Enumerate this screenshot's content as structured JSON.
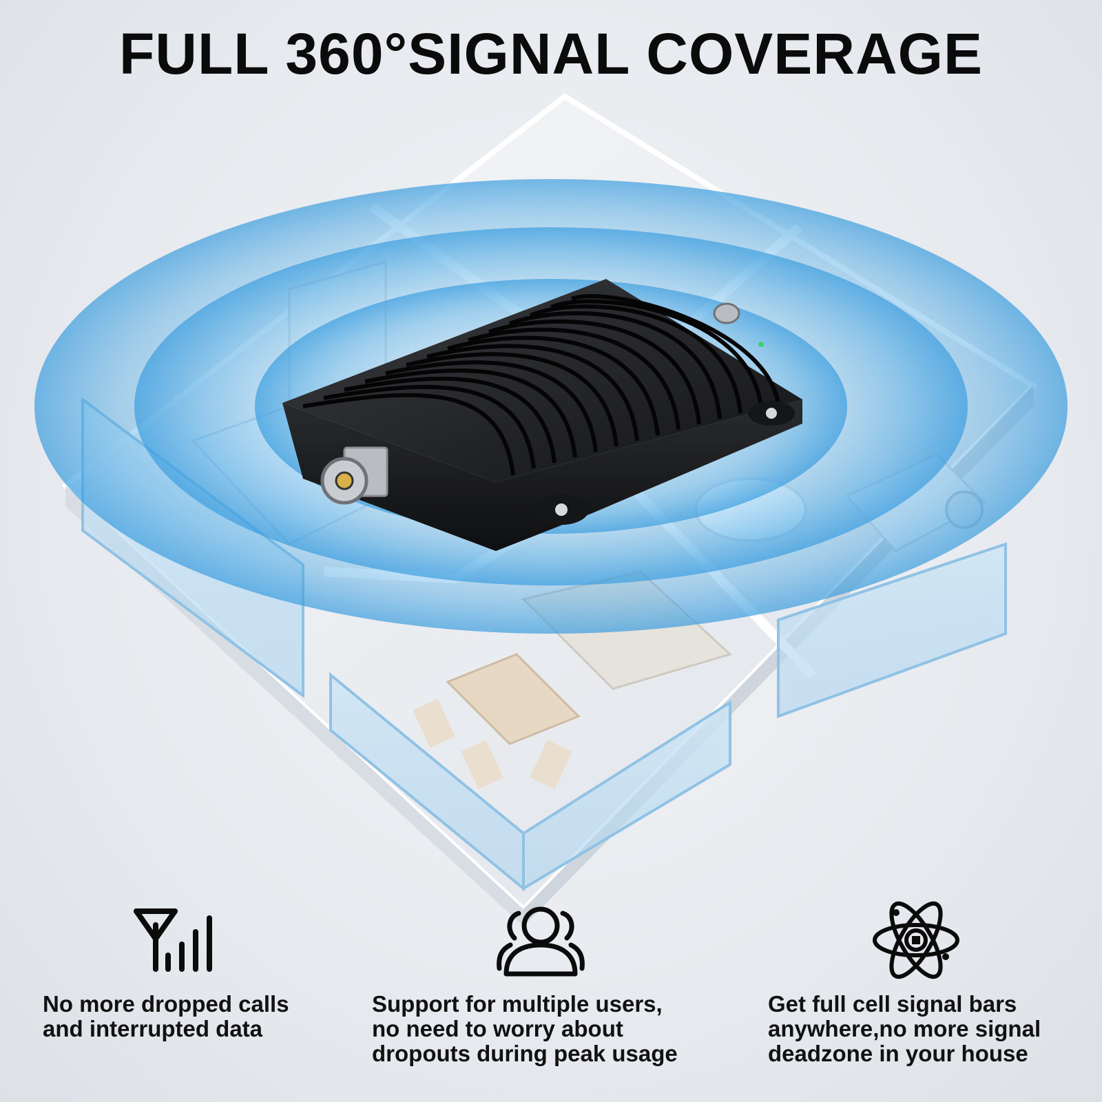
{
  "headline": "FULL 360°SIGNAL COVERAGE",
  "colors": {
    "signal_wave": "#5fb3e6",
    "device_body": "#1c1d1f",
    "house_wall": "#ffffff",
    "glass_rail": "#9ecbe8",
    "text": "#111111"
  },
  "features": [
    {
      "icon": "signal-tower-bars-icon",
      "caption": "No more dropped calls\nand interrupted data"
    },
    {
      "icon": "multiple-users-icon",
      "caption": "Support for multiple users,\nno need to worry about\ndropouts during peak usage"
    },
    {
      "icon": "atom-signal-icon",
      "caption": "Get full cell signal bars\nanywhere,no more signal\ndeadzone in your house"
    }
  ]
}
